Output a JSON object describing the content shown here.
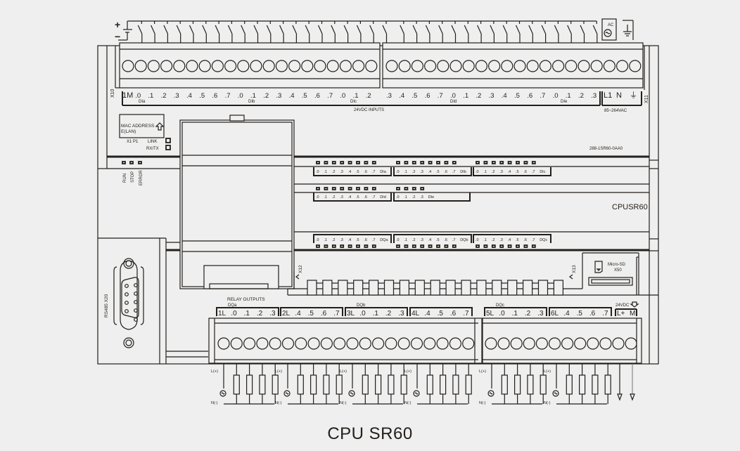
{
  "caption": "CPU SR60",
  "model_label": "CPUSR60",
  "order_number": "288-1SR60-0AA0",
  "top_terminals": {
    "connector_left": "X10",
    "connector_right": "X11",
    "battery_plus": "+",
    "battery_minus": "−",
    "labels": [
      "1M",
      ".0",
      ".1",
      ".2",
      ".3",
      ".4",
      ".5",
      ".6",
      ".7",
      ".0",
      ".1",
      ".2",
      ".3",
      ".4",
      ".5",
      ".6",
      ".7",
      ".0",
      ".1",
      ".2",
      ".3",
      ".4",
      ".5",
      ".6",
      ".7",
      ".0",
      ".1",
      ".2",
      ".3",
      ".4",
      ".5",
      ".6",
      ".7",
      ".0",
      ".1",
      ".2",
      ".3"
    ],
    "groups": [
      "DIa",
      "DIb",
      "DIc",
      "DId",
      "DIe"
    ],
    "inputs_label": "24VDC INPUTS",
    "power_labels": [
      "L1",
      "N",
      "⏚"
    ],
    "power_rating": "85~264VAC",
    "ac_label": "AC"
  },
  "ethernet": {
    "mac_label": "MAC ADDRESS",
    "lan_label": "E(LAN)",
    "port_label": "X1 P1",
    "link_label": "LINK",
    "rxtx_label": "RX/TX"
  },
  "status_leds": [
    "RUN",
    "STOP",
    "ERROR"
  ],
  "input_led_groups": [
    {
      "name": "DIa",
      "bits": [
        ".0",
        ".1",
        ".2",
        ".3",
        ".4",
        ".5",
        ".6",
        ".7"
      ]
    },
    {
      "name": "DIb",
      "bits": [
        ".0",
        ".1",
        ".2",
        ".3",
        ".4",
        ".5",
        ".6",
        ".7"
      ]
    },
    {
      "name": "DIc",
      "bits": [
        ".0",
        ".1",
        ".2",
        ".3",
        ".4",
        ".5",
        ".6",
        ".7"
      ]
    },
    {
      "name": "DId",
      "bits": [
        ".0",
        ".1",
        ".2",
        ".3",
        ".4",
        ".5",
        ".6",
        ".7"
      ]
    },
    {
      "name": "DIe",
      "bits": [
        ".0",
        ".1",
        ".2",
        ".3"
      ]
    }
  ],
  "output_led_groups": [
    {
      "name": "DQa",
      "bits": [
        ".0",
        ".1",
        ".2",
        ".3",
        ".4",
        ".5",
        ".6",
        ".7"
      ]
    },
    {
      "name": "DQb",
      "bits": [
        ".0",
        ".1",
        ".2",
        ".3",
        ".4",
        ".5",
        ".6",
        ".7"
      ]
    },
    {
      "name": "DQc",
      "bits": [
        ".0",
        ".1",
        ".2",
        ".3",
        ".4",
        ".5",
        ".6",
        ".7"
      ]
    }
  ],
  "connectors": {
    "x12": "X12",
    "x13": "X13",
    "rs485": "RS485 X20",
    "microsd": "Micro-SD",
    "microsd_port": "X50"
  },
  "bottom_terminals": {
    "relay_label": "RELAY    OUTPUTS",
    "groups": [
      {
        "group": "DQa",
        "labels": [
          "1L",
          ".0",
          ".1",
          ".2",
          ".3"
        ]
      },
      {
        "group": "",
        "labels": [
          "2L",
          ".4",
          ".5",
          ".6",
          ".7"
        ]
      },
      {
        "group": "DQb",
        "labels": [
          "3L",
          ".0",
          ".1",
          ".2",
          ".3"
        ]
      },
      {
        "group": "",
        "labels": [
          "4L",
          ".4",
          ".5",
          ".6",
          ".7"
        ]
      },
      {
        "group": "DQc",
        "labels": [
          "5L",
          ".0",
          ".1",
          ".2",
          ".3"
        ]
      },
      {
        "group": "",
        "labels": [
          "6L",
          ".4",
          ".5",
          ".6",
          ".7"
        ]
      }
    ],
    "sensor_supply": "24VDC",
    "sensor_labels": [
      "L+",
      "M"
    ],
    "load_line": "L(+)",
    "load_neutral": "N(-)"
  }
}
